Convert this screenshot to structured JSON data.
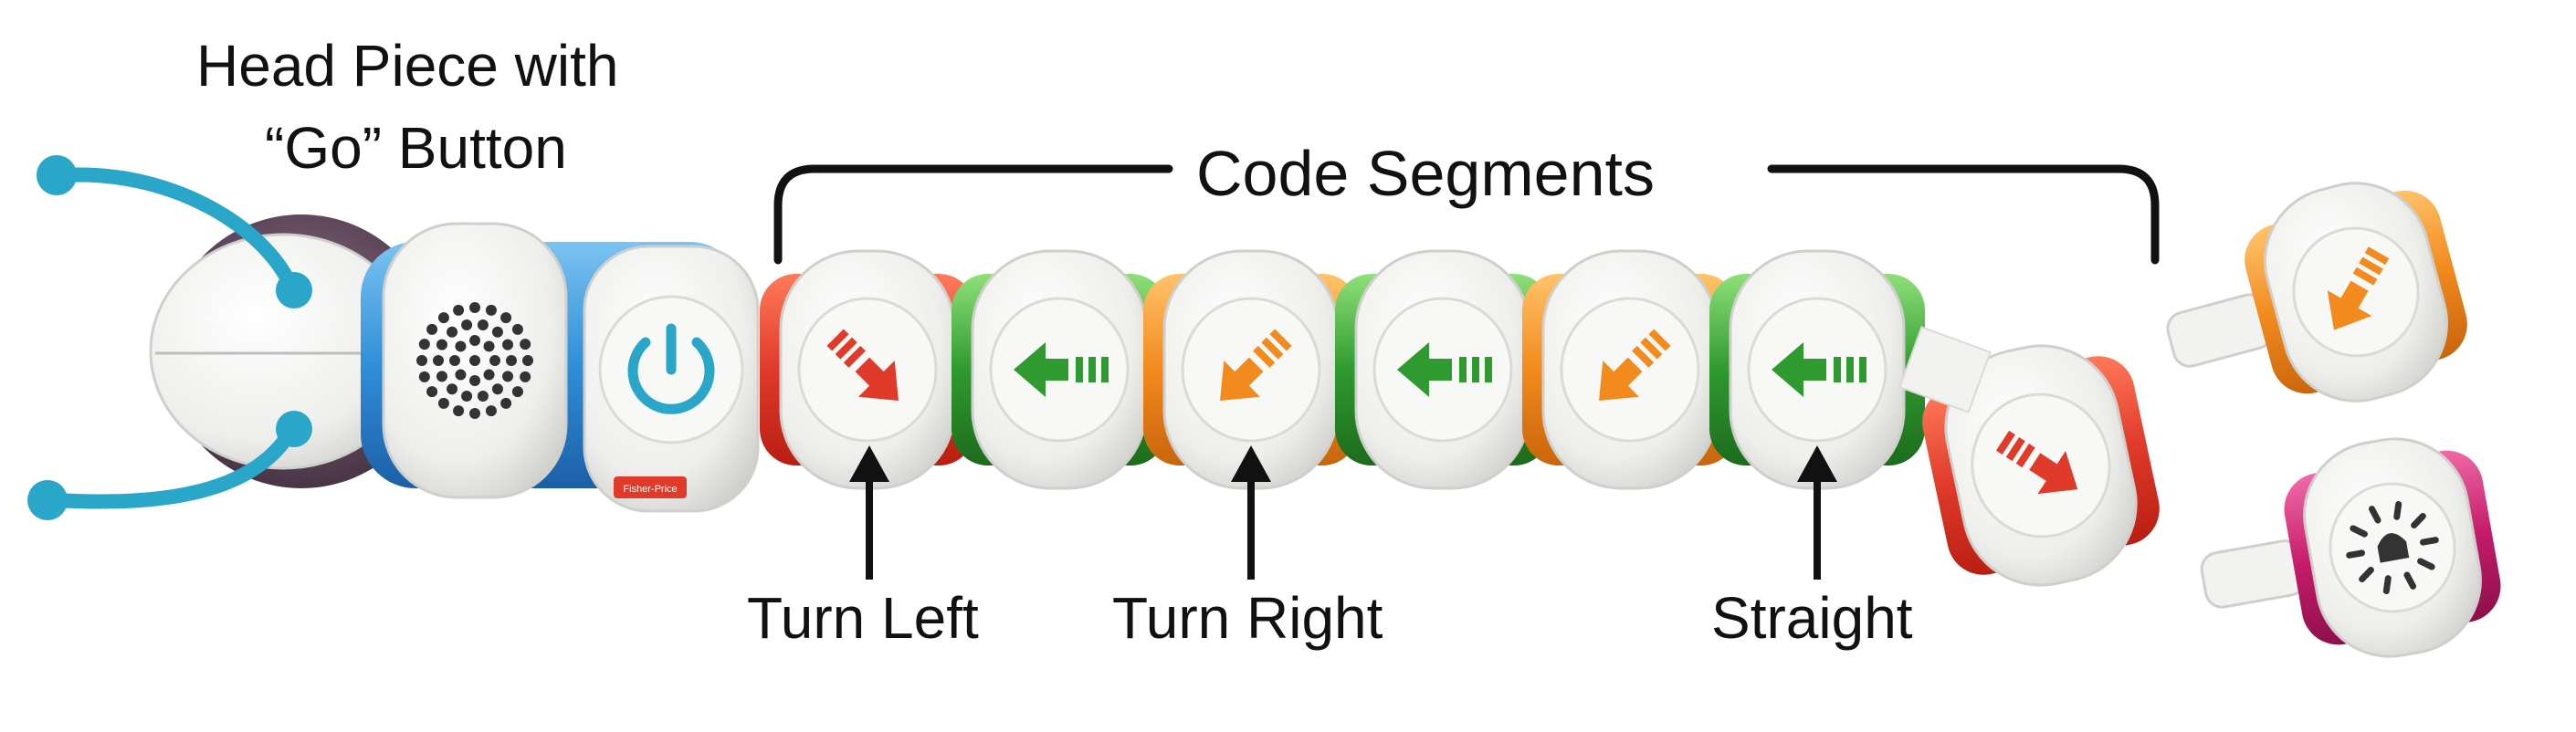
{
  "labels": {
    "head_line1": "Head Piece with",
    "head_line2": "“Go” Button",
    "code_segments": "Code Segments",
    "turn_left": "Turn Left",
    "turn_right": "Turn Right",
    "straight": "Straight"
  },
  "brand_badge": "Fisher-Price",
  "colors": {
    "antenna": "#2aa6c9",
    "body_blue": "#2f8fd8",
    "shell": "#f2f2f0",
    "red": "#e03a2a",
    "orange": "#f28a1e",
    "green": "#2f9a2f",
    "magenta": "#c51c6a",
    "ink": "#111111"
  },
  "segments": [
    {
      "type": "turn-left",
      "ring": "red"
    },
    {
      "type": "straight",
      "ring": "green"
    },
    {
      "type": "turn-right",
      "ring": "orange"
    },
    {
      "type": "straight",
      "ring": "green"
    },
    {
      "type": "turn-right",
      "ring": "orange"
    },
    {
      "type": "straight",
      "ring": "green"
    },
    {
      "type": "turn-left",
      "ring": "red"
    }
  ],
  "loose_segments": [
    {
      "type": "turn-right",
      "ring": "orange"
    },
    {
      "type": "sound",
      "ring": "magenta"
    }
  ]
}
